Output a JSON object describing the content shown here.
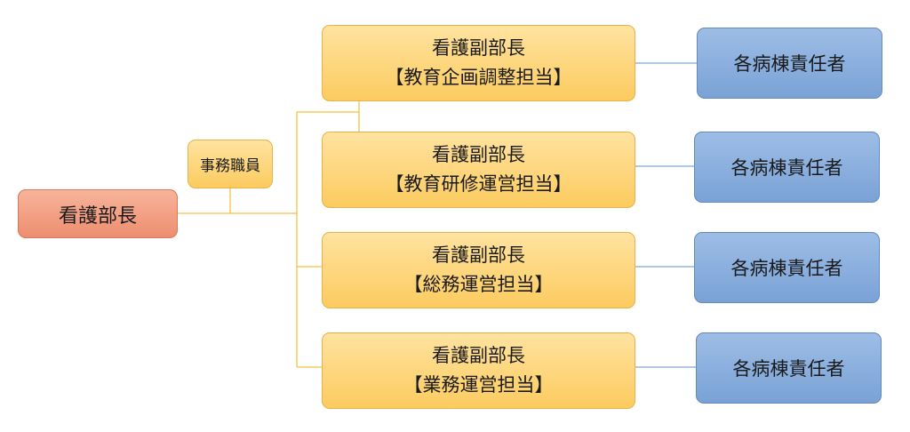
{
  "head": {
    "label": "看護部長"
  },
  "clerk": {
    "label": "事務職員"
  },
  "deputies": [
    {
      "title": "看護副部長",
      "role": "【教育企画調整担当】"
    },
    {
      "title": "看護副部長",
      "role": "【教育研修運営担当】"
    },
    {
      "title": "看護副部長",
      "role": "【総務運営担当】"
    },
    {
      "title": "看護副部長",
      "role": "【業務運営担当】"
    }
  ],
  "wards": [
    {
      "label": "各病棟責任者"
    },
    {
      "label": "各病棟責任者"
    },
    {
      "label": "各病棟責任者"
    },
    {
      "label": "各病棟責任者"
    }
  ],
  "colors": {
    "head": "#ee8d6f",
    "deputy": "#fccb5f",
    "ward": "#7aa2d6",
    "connector_orange": "#f5c242",
    "connector_blue": "#7fa8d8"
  }
}
